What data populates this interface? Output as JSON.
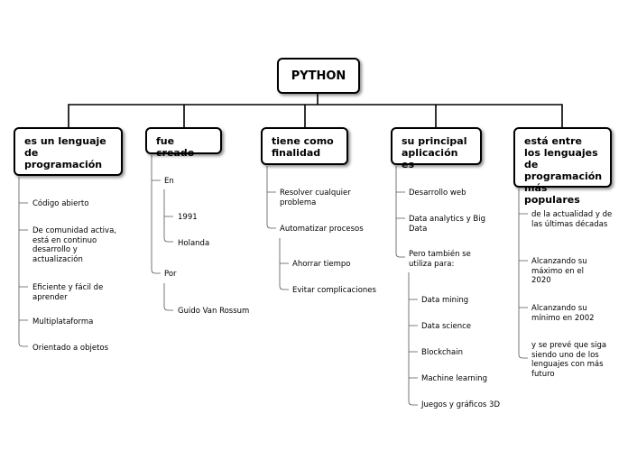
{
  "root": "PYTHON",
  "branches": [
    {
      "label": "es un lenguaje de programación",
      "items": [
        "Código abierto",
        "De comunidad activa, está en continuo desarrollo y actualización",
        "Eficiente y fácil de aprender",
        "Multiplataforma",
        "Orientado a objetos"
      ]
    },
    {
      "label": "fue creado",
      "items": [
        {
          "label": "En",
          "children": [
            "1991",
            "Holanda"
          ]
        },
        {
          "label": "Por",
          "children": [
            "Guido Van Rossum"
          ]
        }
      ]
    },
    {
      "label": "tiene como finalidad",
      "items": [
        "Resolver cualquier problema",
        {
          "label": "Automatizar procesos",
          "children": [
            "Ahorrar tiempo",
            "Evitar complicaciones"
          ]
        }
      ]
    },
    {
      "label": "su principal aplicación es",
      "items": [
        "Desarrollo web",
        "Data analytics y Big Data",
        {
          "label": "Pero también se utiliza para:",
          "children": [
            "Data mining",
            "Data science",
            "Blockchain",
            "Machine learning",
            "Juegos y gráficos 3D"
          ]
        }
      ]
    },
    {
      "label": "está entre los lenguajes de programación más populares",
      "items": [
        "de la actualidad y de las últimas décadas",
        "Alcanzando su máximo en el 2020",
        "Alcanzando su mínimo en 2002",
        "y se prevé que siga siendo uno de los lenguajes con más futuro"
      ]
    }
  ]
}
